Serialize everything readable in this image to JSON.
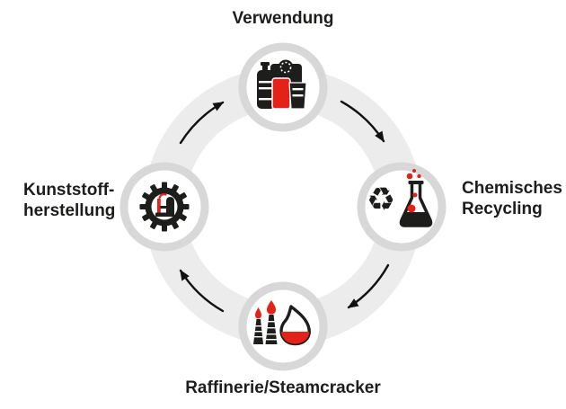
{
  "colors": {
    "accent_red": "#e32219",
    "icon_black": "#1d1d1b",
    "ring_band": "#ececec",
    "node_border": "#d8d8d8",
    "node_fill": "#ffffff",
    "arrow": "#111111",
    "background": "#ffffff",
    "text": "#1d1d1b"
  },
  "labels": {
    "top": "Verwendung",
    "right_line1": "Chemisches",
    "right_line2": "Recycling",
    "bottom": "Raffinerie/Steamcracker",
    "left_line1": "Kunststoff-",
    "left_line2": "herstellung"
  },
  "nodes": [
    {
      "id": "verwendung",
      "label": "Verwendung",
      "icon": "plastic-packaging-icon",
      "position": "top"
    },
    {
      "id": "chemisches-recycling",
      "label": "Chemisches Recycling",
      "icon": "recycling-flask-icon",
      "position": "right"
    },
    {
      "id": "raffinerie-steamcracker",
      "label": "Raffinerie/Steamcracker",
      "icon": "refinery-flames-flask-icon",
      "position": "bottom"
    },
    {
      "id": "kunststoffherstellung",
      "label": "Kunststoffherstellung",
      "icon": "gear-factory-icon",
      "position": "left"
    }
  ],
  "flow": {
    "direction": "clockwise",
    "arrow_count": 4
  },
  "recycle_symbol": "♻"
}
